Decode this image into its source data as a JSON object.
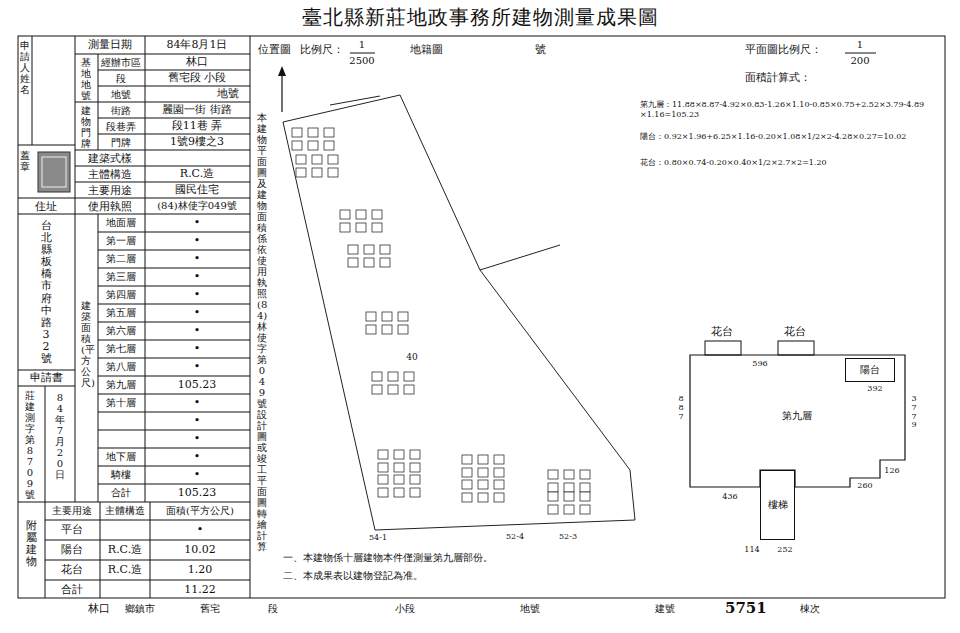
{
  "diagram": {
    "title": "臺北縣新莊地政事務所建物測量成果圖",
    "nodes": [
      {
        "text": [
          "陽台"
        ]
      },
      {
        "text": [
          "樓梯"
        ]
      }
    ],
    "labels": [
      "申請人姓名",
      "蓋章",
      "住址",
      "台北縣板橋市府中路32號",
      "申請書",
      "莊建測字第8709號",
      "84年7月20日",
      "測量日期",
      "84年8月1日",
      "基地地號",
      "經辦市區",
      "林口",
      "段",
      "舊宅段 小段",
      "地號",
      "地號",
      "建物門牌",
      "街路",
      "麗園一街 街路",
      "段巷弄",
      "段11巷 弄",
      "門牌",
      "1號9樓之3",
      "建築式樣",
      "主體構造",
      "R.C.造",
      "主要用途",
      "國民住宅",
      "使用執照",
      "(84)林使字049號",
      "建築面積(平方公尺)",
      "地面層",
      "•",
      "第一層",
      "•",
      "第二層",
      "•",
      "第三層",
      "•",
      "第四層",
      "•",
      "第五層",
      "•",
      "第六層",
      "•",
      "第七層",
      "•",
      "第八層",
      "•",
      "第九層",
      "105.23",
      "第十層",
      "•",
      "•",
      "•",
      "地下層",
      "•",
      "騎樓",
      "•",
      "合計",
      "105.23",
      "附屬建物",
      "主要用途",
      "主體構造",
      "面積(平方公尺)",
      "平台",
      "•",
      "陽台",
      "R.C.造",
      "10.02",
      "花台",
      "R.C.造",
      "1.20",
      "合計",
      "11.22",
      "本建物平面圖及建物面積係依使用執照(84)林使字第049號設計圖或竣工平面圖轉繪計算",
      "位置圖",
      "比例尺：",
      "1",
      "2500",
      "地籍圖",
      "號",
      "平面圖比例尺：",
      "1",
      "200",
      "面積計算式：",
      "第九層：11.88×8.87-4.92×0.83-1.26×1.10-0.85×0.75+2.52×3.79-4.89×1.16=105.23",
      "陽台：0.92×1.96+6.25×1.16-0.20×1.08×1/2×2-4.28×0.27=10.02",
      "花台：0.80×0.74-0.20×0.40×1/2×2.7×2=1.20",
      "40",
      "54-1",
      "52-4",
      "52-3",
      "花台",
      "花台",
      "第九層",
      "887",
      "3779",
      "436",
      "114",
      "252",
      "260",
      "126",
      "596",
      "392",
      "一、本建物係十層建物本件僅測量第九層部份。",
      "二、本成果表以建物登記為准。",
      "林口",
      "鄉鎮市",
      "舊宅",
      "段",
      "小段",
      "地號",
      "建號",
      "5751",
      "棟次"
    ]
  }
}
